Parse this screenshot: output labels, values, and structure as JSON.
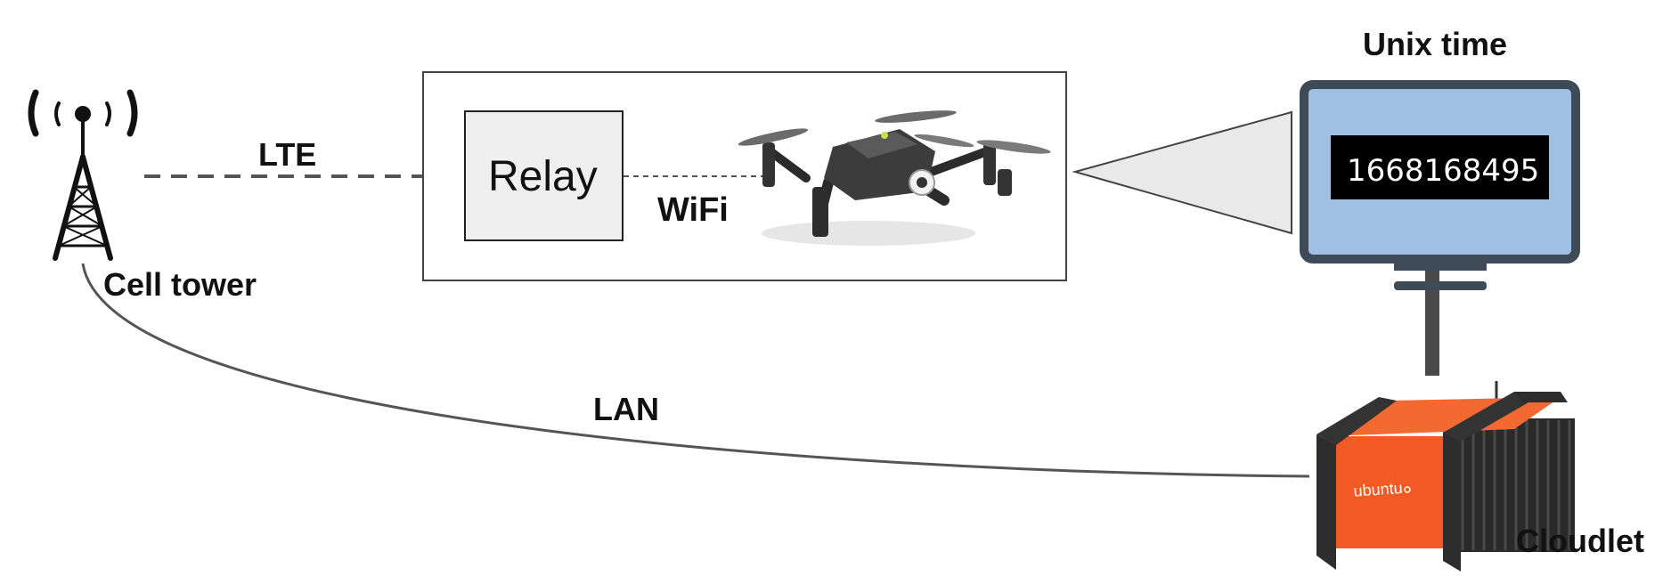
{
  "labels": {
    "lte": "LTE",
    "wifi": "WiFi",
    "lan": "LAN",
    "cell_tower": "Cell tower",
    "relay": "Relay",
    "unix_time_title": "Unix time",
    "unix_time_value": "1668168495",
    "cloudlet": "Cloudlet",
    "cloudlet_brand": "ubuntu"
  },
  "icons": {
    "tower": "cell-tower-icon",
    "drone": "drone-icon",
    "monitor": "monitor-icon",
    "cloudlet": "cloudlet-server-icon"
  },
  "colors": {
    "monitor_screen": "#9fc0e2",
    "monitor_frame": "#3f4a57",
    "cloudlet_orange": "#f15a22",
    "link_gray": "#555555"
  }
}
